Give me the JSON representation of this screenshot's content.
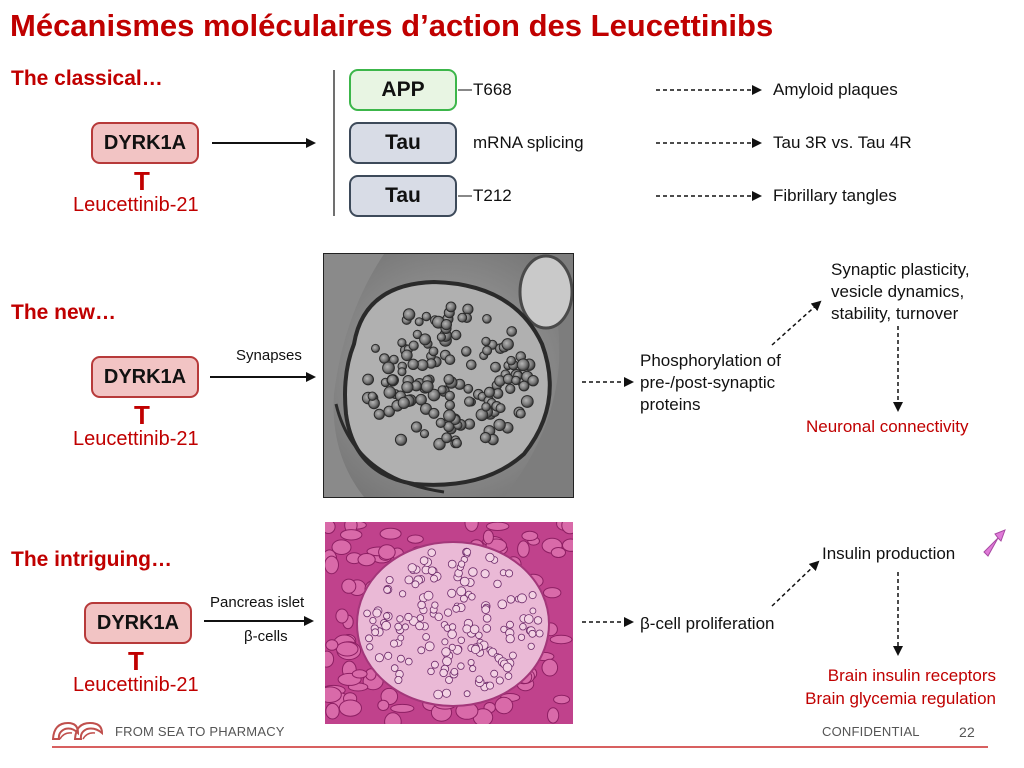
{
  "title": "Mécanismes moléculaires d’action des Leucettinibs",
  "sections": {
    "classical": {
      "heading": "The classical…",
      "kinase": "DYRK1A",
      "inhibitor_symbol": "T",
      "inhibitor": "Leucettinib-21",
      "targets": [
        {
          "label": "APP",
          "site": "T668",
          "outcome": "Amyloid plaques"
        },
        {
          "label": "Tau",
          "site": "mRNA splicing",
          "outcome": "Tau 3R vs. Tau 4R"
        },
        {
          "label": "Tau",
          "site": "T212",
          "outcome": "Fibrillary tangles"
        }
      ]
    },
    "new": {
      "heading": "The new…",
      "kinase": "DYRK1A",
      "inhibitor_symbol": "T",
      "inhibitor": "Leucettinib-21",
      "arrow_label": "Synapses",
      "mechanism": [
        "Phosphorylation of",
        "pre-/post-synaptic",
        "proteins"
      ],
      "effects": [
        "Synaptic plasticity,",
        "vesicle dynamics,",
        "stability, turnover"
      ],
      "result": "Neuronal connectivity"
    },
    "intriguing": {
      "heading": "The intriguing…",
      "kinase": "DYRK1A",
      "inhibitor_symbol": "T",
      "inhibitor": "Leucettinib-21",
      "arrow_label_top": "Pancreas islet",
      "arrow_label_bottom": "β-cells",
      "mechanism": "β-cell proliferation",
      "effect": "Insulin production",
      "results": [
        "Brain insulin receptors",
        "Brain glycemia regulation"
      ]
    }
  },
  "footer": {
    "brand": "FROM SEA TO PHARMACY",
    "confidential": "CONFIDENTIAL",
    "page": "22"
  },
  "colors": {
    "accent_red": "#c00000",
    "kinase_fill": "#f2c4c4",
    "tau_fill": "#d8dce6",
    "app_border": "#3cb64a",
    "up_arrow": "#e07ad8"
  }
}
